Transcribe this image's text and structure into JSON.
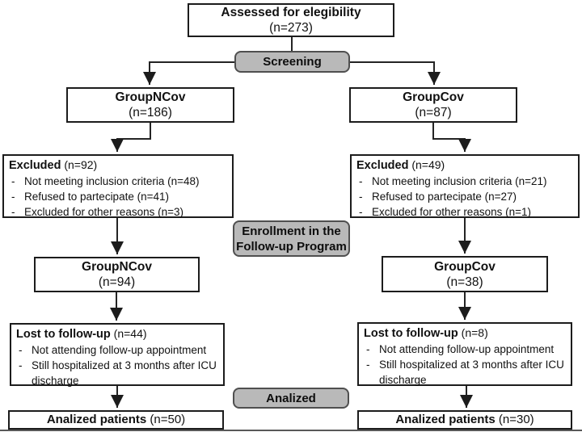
{
  "bullet": "-",
  "stages": {
    "screening": "Screening",
    "enrollment_line1": "Enrollment in the",
    "enrollment_line2": "Follow-up Program",
    "analized": "Analized"
  },
  "boxes": {
    "assessed": {
      "title": "Assessed for elegibility",
      "count": "(n=273)"
    },
    "group_ncov_screened": {
      "title": "GroupNCov",
      "count": "(n=186)"
    },
    "group_cov_screened": {
      "title": "GroupCov",
      "count": "(n=87)"
    },
    "excluded_ncov": {
      "title": "Excluded",
      "count": "(n=92)",
      "items": [
        "Not meeting inclusion criteria (n=48)",
        "Refused to partecipate (n=41)",
        "Excluded for other reasons (n=3)"
      ]
    },
    "excluded_cov": {
      "title": "Excluded",
      "count": "(n=49)",
      "items": [
        "Not meeting inclusion criteria (n=21)",
        "Refused to partecipate (n=27)",
        "Excluded for other reasons (n=1)"
      ]
    },
    "group_ncov_enrolled": {
      "title": "GroupNCov",
      "count": "(n=94)"
    },
    "group_cov_enrolled": {
      "title": "GroupCov",
      "count": "(n=38)"
    },
    "lost_ncov": {
      "title": "Lost to follow-up",
      "count": "(n=44)",
      "items": [
        "Not attending follow-up appointment",
        "Still hospitalized at 3 months after ICU discharge"
      ]
    },
    "lost_cov": {
      "title": "Lost to follow-up",
      "count": "(n=8)",
      "items": [
        "Not attending follow-up appointment",
        "Still hospitalized at 3 months after ICU discharge"
      ]
    },
    "analized_ncov": {
      "title": "Analized patients",
      "count": "(n=50)"
    },
    "analized_cov": {
      "title": "Analized patients",
      "count": "(n=30)"
    }
  }
}
